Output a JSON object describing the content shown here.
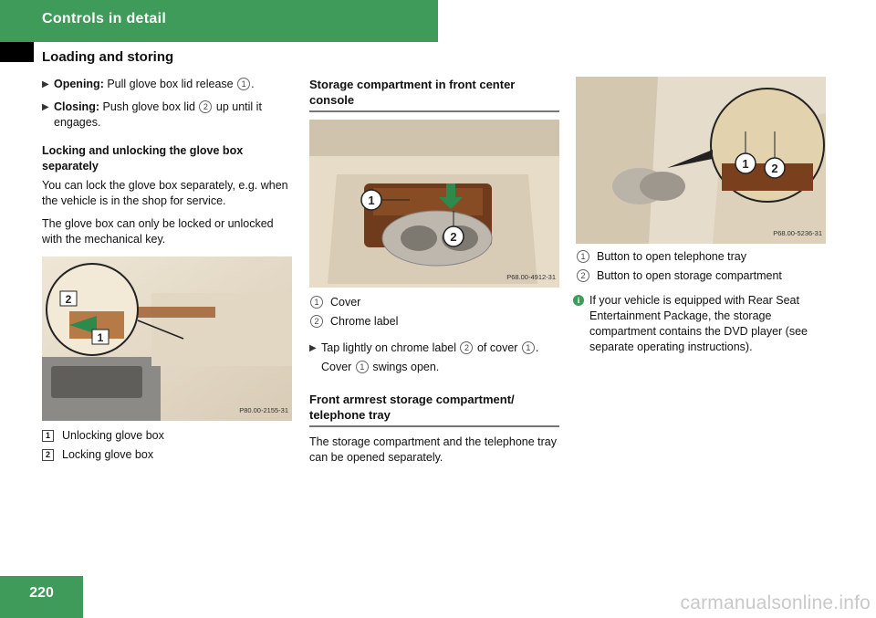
{
  "header": {
    "chapter": "Controls in detail",
    "section": "Loading and storing"
  },
  "col1": {
    "opening_label": "Opening:",
    "opening_text_a": "Pull glove box lid release",
    "opening_text_b": ".",
    "closing_label": "Closing:",
    "closing_text_a": "Push glove box lid",
    "closing_text_b": "up until it engages.",
    "lock_heading": "Locking and unlocking the glove box separately",
    "lock_p1": "You can lock the glove box separately, e.g. when the vehicle is in the shop for service.",
    "lock_p2": "The glove box can only be locked or unlocked with the mechanical key.",
    "image_code": "P80.00-2155-31",
    "legend": [
      {
        "num": "1",
        "text": "Unlocking glove box"
      },
      {
        "num": "2",
        "text": "Locking glove box"
      }
    ]
  },
  "col2": {
    "heading": "Storage compartment in front center console",
    "image_code": "P68.00-4912-31",
    "legend": [
      {
        "num": "1",
        "text": "Cover"
      },
      {
        "num": "2",
        "text": "Chrome label"
      }
    ],
    "step_a": "Tap lightly on chrome label",
    "step_b": "of cover",
    "step_c": ".",
    "result_a": "Cover",
    "result_b": "swings open.",
    "heading2": "Front armrest storage compartment/ telephone tray",
    "p1": "The storage compartment and the telephone tray can be opened separately."
  },
  "col3": {
    "image_code": "P68.00-5236-31",
    "legend": [
      {
        "num": "1",
        "text": "Button to open telephone tray"
      },
      {
        "num": "2",
        "text": "Button to open storage compartment"
      }
    ],
    "info": "If your vehicle is equipped with Rear Seat Entertainment Package, the storage compartment contains the DVD player (see separate operating instructions)."
  },
  "markers": {
    "one": "1",
    "two": "2"
  },
  "footer": {
    "page_number": "220",
    "watermark": "carmanualsonline.info"
  },
  "colors": {
    "brand_green": "#3e9b5a"
  }
}
